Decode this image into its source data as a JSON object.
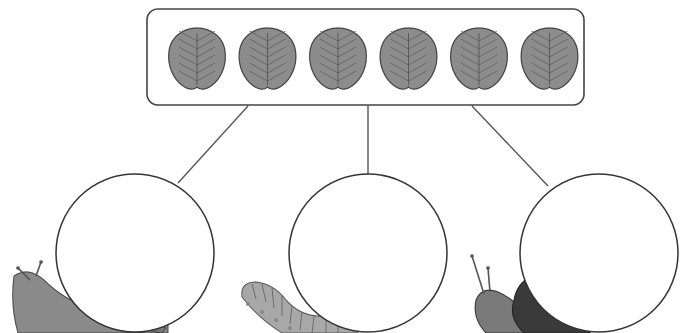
{
  "diagram": {
    "leaf_box": {
      "leaf_count": 6,
      "leaf_color": "#8c8c8c",
      "vein_color": "#5a5a5a"
    },
    "circles": [
      {
        "id": "left",
        "animal": "slug"
      },
      {
        "id": "middle",
        "animal": "caterpillar"
      },
      {
        "id": "right",
        "animal": "snail"
      }
    ],
    "colors": {
      "outline": "#333333",
      "connector": "#555555",
      "slug": "#8a8a8a",
      "caterpillar": "#a8a8a8",
      "snail_body": "#7a7a7a",
      "snail_shell": "#3a3a3a"
    }
  }
}
